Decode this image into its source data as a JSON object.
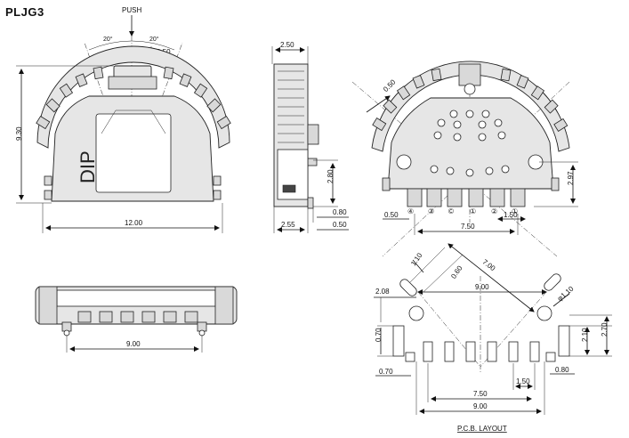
{
  "title": "PLJG3",
  "front_view": {
    "push_label": "PUSH",
    "angle_left": "20°",
    "angle_right": "20°",
    "dim_top": "2.50",
    "dim_height": "9.30",
    "dim_width": "12.00",
    "body_text": "DIP"
  },
  "side_view": {
    "dim_top": "2.50",
    "dim_height": "2.80",
    "dim_right1": "0.80",
    "dim_right2": "0.50",
    "dim_bottom": "2.55"
  },
  "rear_view": {
    "dim_diag": "0.50",
    "dim_height": "2.97",
    "dim_pin_left": "0.50",
    "dim_pitch": "1.50",
    "dim_span": "7.50",
    "pin_labels": [
      "④",
      "③",
      "©",
      "①",
      "②",
      "①"
    ]
  },
  "bottom_view": {
    "dim_width": "9.00"
  },
  "pcb_layout": {
    "dim_110": "1.10",
    "dim_060": "0.60",
    "dim_700": "7.00",
    "dim_900_top": "9.00",
    "dim_phi": "φ1.10",
    "dim_208": "2.08",
    "dim_070_v": "0.70",
    "dim_070_h": "0.70",
    "dim_210": "2.10",
    "dim_270": "2.70",
    "dim_080": "0.80",
    "dim_150": "1.50",
    "dim_750": "7.50",
    "dim_900_bottom": "9.00",
    "caption": "P.C.B. LAYOUT"
  }
}
